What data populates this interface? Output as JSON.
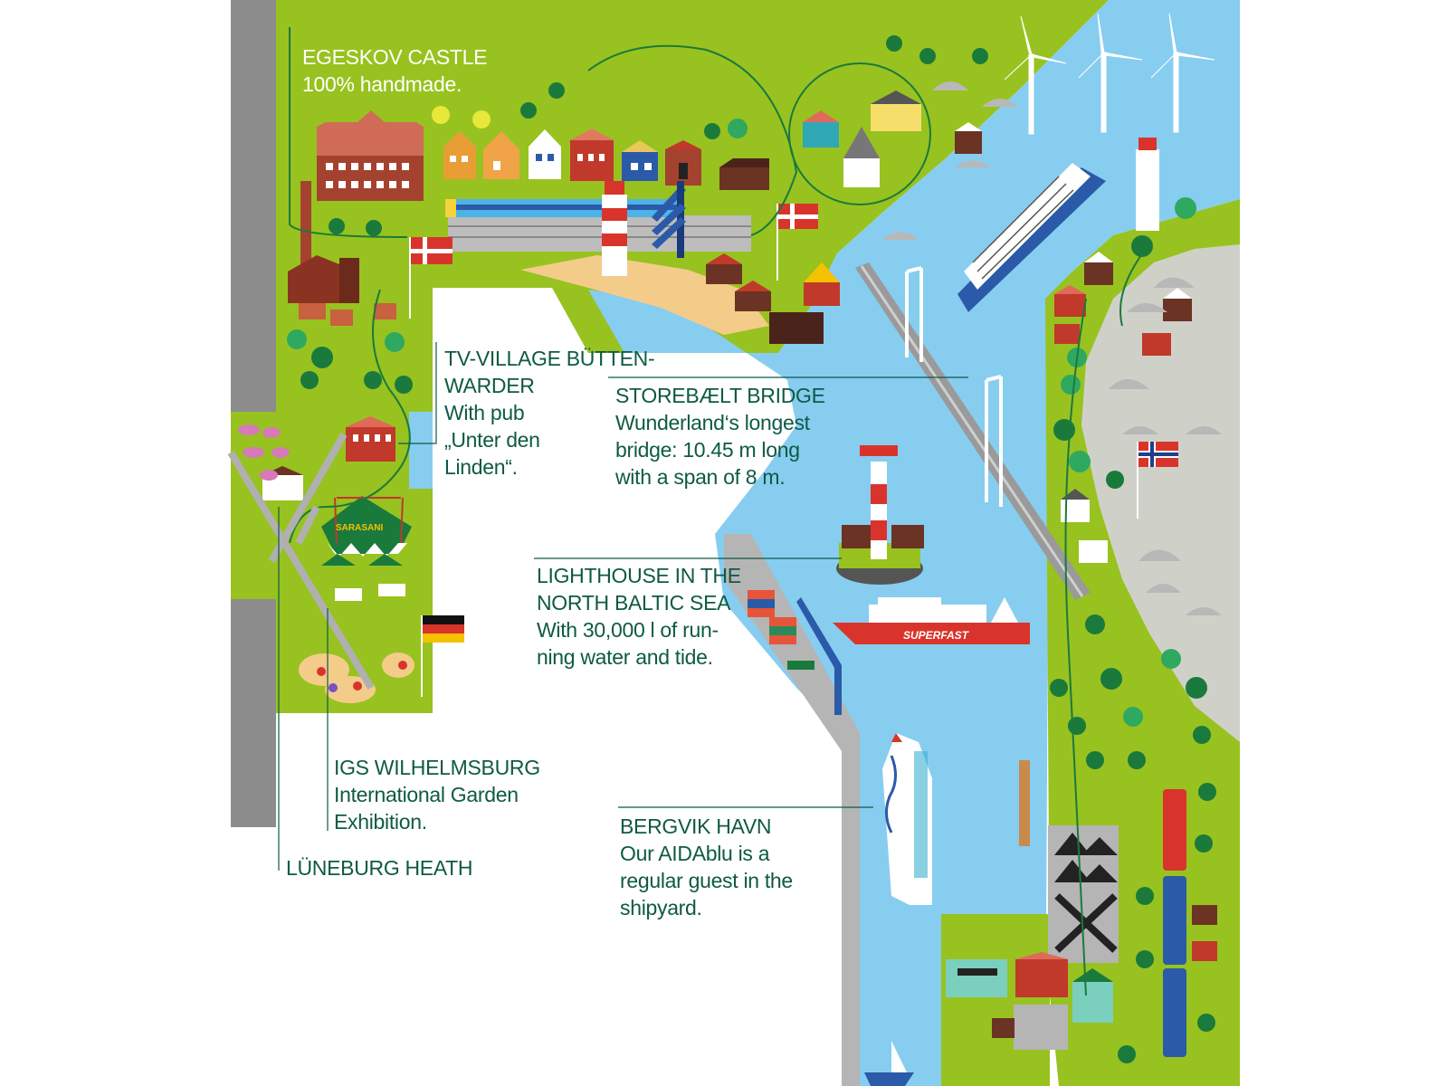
{
  "labels": {
    "egeskov": {
      "title": "EGESKOV CASTLE",
      "line1": "100% handmade."
    },
    "tv_village": {
      "title1": "TV-VILLAGE BÜTTEN-",
      "title2": "WARDER",
      "line1": "With pub",
      "line2": "„Unter den",
      "line3": "Linden“."
    },
    "storebaelt": {
      "title": "STOREBÆLT BRIDGE",
      "line1": "Wunderland‘s longest",
      "line2": "bridge: 10.45 m long",
      "line3": "with a span of 8 m."
    },
    "lighthouse": {
      "title1": "LIGHTHOUSE IN THE",
      "title2": "NORTH BALTIC SEA",
      "line1": "With 30,000 l of run-",
      "line2": "ning water and tide."
    },
    "bergvik": {
      "title": "BERGVIK HAVN",
      "line1": "Our AIDAblu is a",
      "line2": "regular guest in the",
      "line3": "shipyard."
    },
    "igs": {
      "title": "IGS WILHELMSBURG",
      "line1": "International Garden",
      "line2": "Exhibition."
    },
    "luneburg": {
      "title": "LÜNEBURG HEATH"
    }
  },
  "signs": {
    "circus": "SARASANI",
    "ferry": "SUPERFAST"
  },
  "colors": {
    "grass": "#98c21f",
    "water": "#87cdf0",
    "road": "#8c8c8c",
    "rock": "#cfcfcf",
    "text": "#0e5a45",
    "house_red": "#c0392b",
    "tree": "#1a7a3c"
  },
  "icons": [
    "wind-turbine-icon",
    "lighthouse-icon",
    "denmark-flag-icon",
    "norway-flag-icon",
    "germany-flag-icon",
    "cruise-ship-icon",
    "ferry-icon",
    "train-icon",
    "crane-icon",
    "tree-icon",
    "house-icon"
  ]
}
